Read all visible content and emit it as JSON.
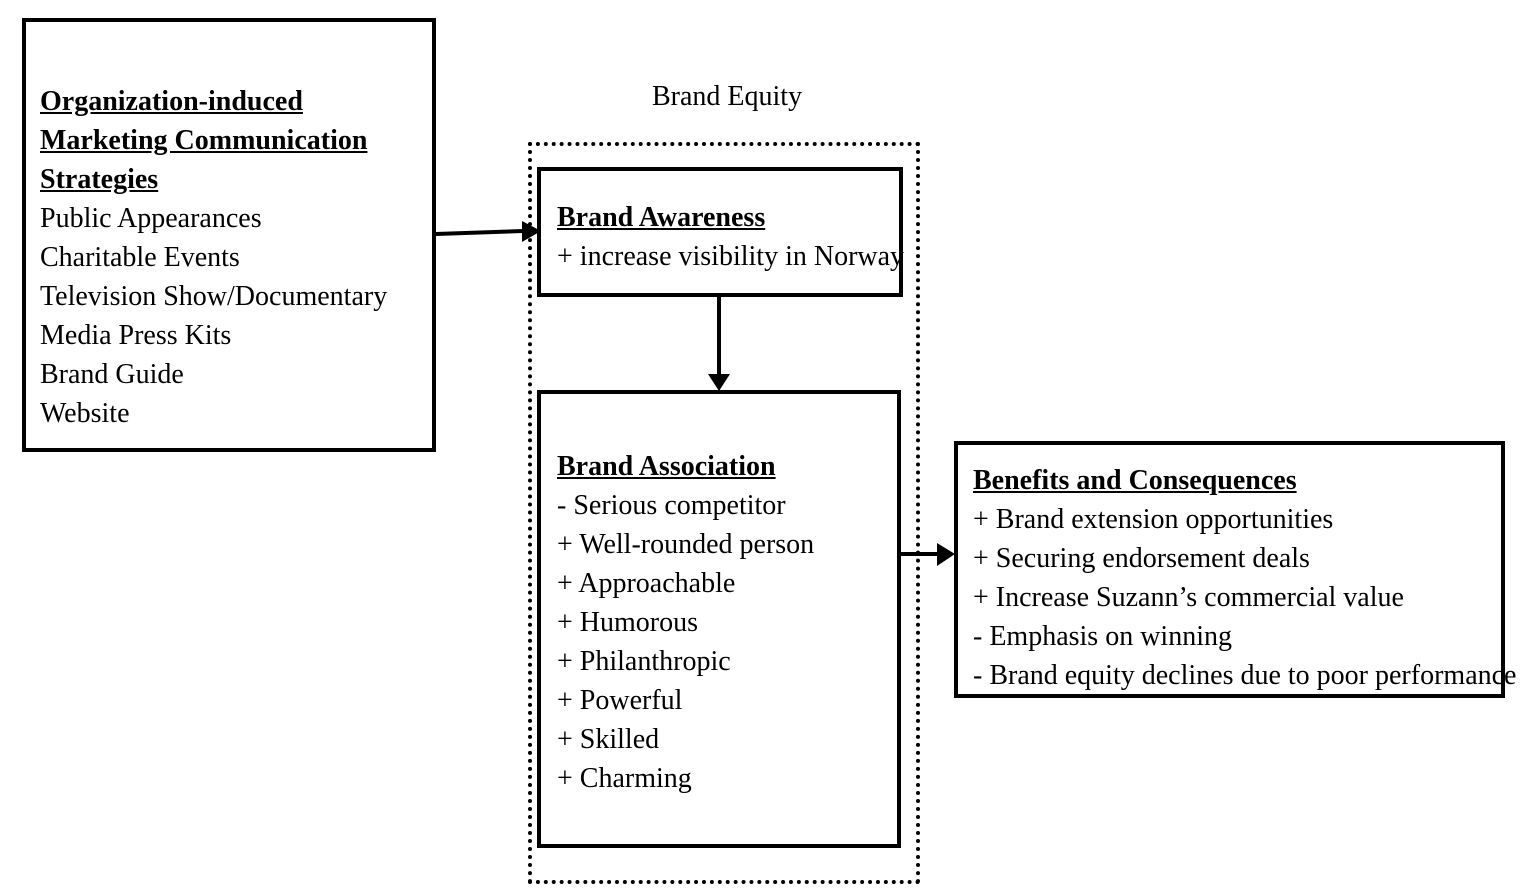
{
  "strategies": {
    "heading": "Organization-induced Marketing Communication Strategies",
    "items": [
      "Public Appearances",
      "Charitable Events",
      "Television Show/Documentary",
      "Media Press Kits",
      "Brand Guide",
      "Website"
    ]
  },
  "brand_equity": {
    "label": "Brand Equity"
  },
  "awareness": {
    "heading": "Brand Awareness",
    "items": [
      "+ increase visibility in Norway"
    ]
  },
  "association": {
    "heading": "Brand Association",
    "items": [
      "- Serious competitor",
      "+ Well-rounded person",
      "+ Approachable",
      "+ Humorous",
      "+ Philanthropic",
      "+ Powerful",
      "+ Skilled",
      "+ Charming"
    ]
  },
  "benefits": {
    "heading": "Benefits and Consequences",
    "items": [
      "+ Brand extension opportunities",
      "+ Securing endorsement deals",
      "+ Increase Suzann’s commercial value",
      "- Emphasis on winning",
      "- Brand equity declines due to poor performance"
    ]
  }
}
